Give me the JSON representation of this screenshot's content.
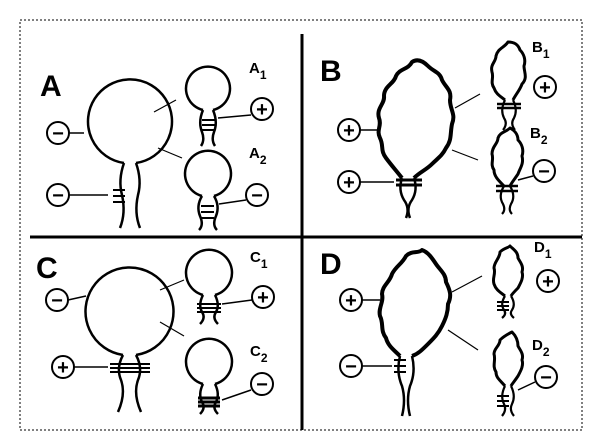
{
  "panels": {
    "a": {
      "label": "A",
      "sub1_letter": "A",
      "sub1_index": "1",
      "sub2_letter": "A",
      "sub2_index": "2",
      "sign_main_left": "−",
      "sign_main_stem": "−",
      "sign_sub1": "+",
      "sign_sub2": "−"
    },
    "b": {
      "label": "B",
      "sub1_letter": "B",
      "sub1_index": "1",
      "sub2_letter": "B",
      "sub2_index": "2",
      "sign_main_left": "+",
      "sign_main_stem": "+",
      "sign_sub1": "+",
      "sign_sub2": "−"
    },
    "c": {
      "label": "C",
      "sub1_letter": "C",
      "sub1_index": "1",
      "sub2_letter": "C",
      "sub2_index": "2",
      "sign_main_left": "−",
      "sign_main_stem": "+",
      "sign_sub1": "+",
      "sign_sub2": "−"
    },
    "d": {
      "label": "D",
      "sub1_letter": "D",
      "sub1_index": "1",
      "sub2_letter": "D",
      "sub2_index": "2",
      "sign_main_left": "+",
      "sign_main_stem": "−",
      "sign_sub1": "+",
      "sign_sub2": "−"
    }
  }
}
